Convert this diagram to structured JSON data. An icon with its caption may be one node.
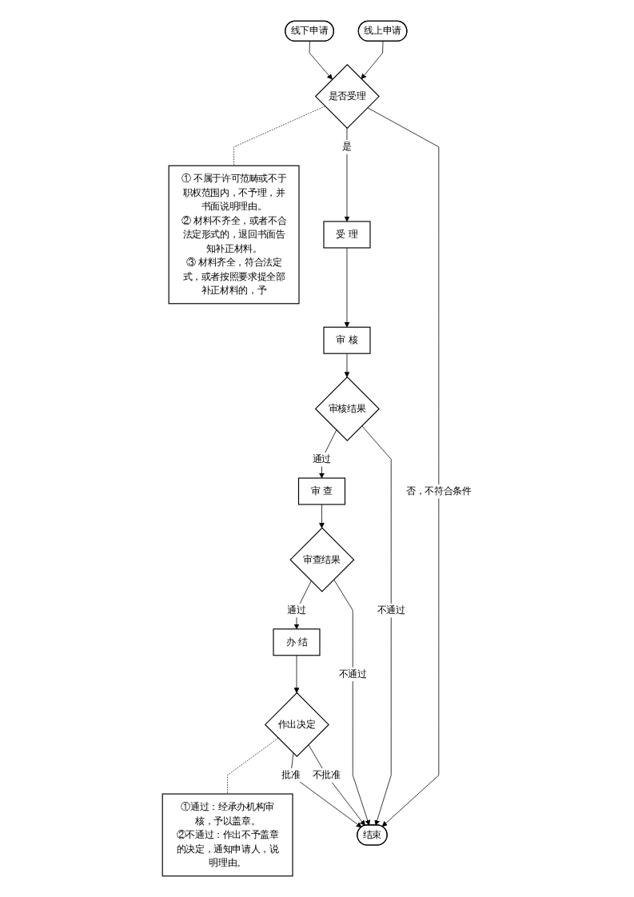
{
  "diagram": {
    "nodes": [
      {
        "text": [
          "线下申请"
        ]
      },
      {
        "text": [
          "线上申请"
        ]
      },
      {
        "text": [
          "是否受理"
        ]
      },
      {
        "text": [
          "① 不属于许可范畴或不于职权范围内，不予理，并书面说明理由。",
          "② 材料不齐全，或者不合法定形式的，退回书面告知补正材料。",
          "③ 材料齐全，符合法定式，或者按照要求提全部补正材料的，予"
        ]
      },
      {
        "text": [
          "受 理"
        ]
      },
      {
        "text": [
          "审 核"
        ]
      },
      {
        "text": [
          "审核结果"
        ]
      },
      {
        "text": [
          "审 查"
        ]
      },
      {
        "text": [
          "审查结果"
        ]
      },
      {
        "text": [
          "办 结"
        ]
      },
      {
        "text": [
          "作出决定"
        ]
      },
      {
        "text": [
          "①通过：经承办机构审核，予以盖章。",
          "②不通过：作出不予盖章的决定，通知申请人，说明理由。"
        ]
      },
      {
        "text": [
          "结束"
        ]
      }
    ],
    "edges": [
      {
        "from": 0,
        "to": 2,
        "arrow": "to"
      },
      {
        "from": 1,
        "to": 2,
        "arrow": "to"
      },
      {
        "from": 2,
        "to": 3,
        "arrow": "none",
        "style": "dashed"
      },
      {
        "from": 2,
        "to": 4,
        "arrow": "to",
        "label": "是"
      },
      {
        "from": 2,
        "to": 12,
        "arrow": "to",
        "label": "否，不符合条件"
      },
      {
        "from": 4,
        "to": 5,
        "arrow": "to"
      },
      {
        "from": 5,
        "to": 6,
        "arrow": "to"
      },
      {
        "from": 6,
        "to": 7,
        "arrow": "to",
        "label": "通过"
      },
      {
        "from": 7,
        "to": 8,
        "arrow": "to"
      },
      {
        "from": 8,
        "to": 9,
        "arrow": "to",
        "label": "通过"
      },
      {
        "from": 6,
        "to": 12,
        "arrow": "to",
        "label": "不通过"
      },
      {
        "from": 8,
        "to": 12,
        "arrow": "to",
        "label": "不通过"
      },
      {
        "from": 9,
        "to": 10,
        "arrow": "to"
      },
      {
        "from": 10,
        "to": 11,
        "arrow": "none",
        "style": "dashed"
      },
      {
        "from": 10,
        "to": 12,
        "arrow": "to",
        "label": "批准"
      },
      {
        "from": 10,
        "to": 12,
        "arrow": "to",
        "label": "不批准"
      }
    ]
  }
}
